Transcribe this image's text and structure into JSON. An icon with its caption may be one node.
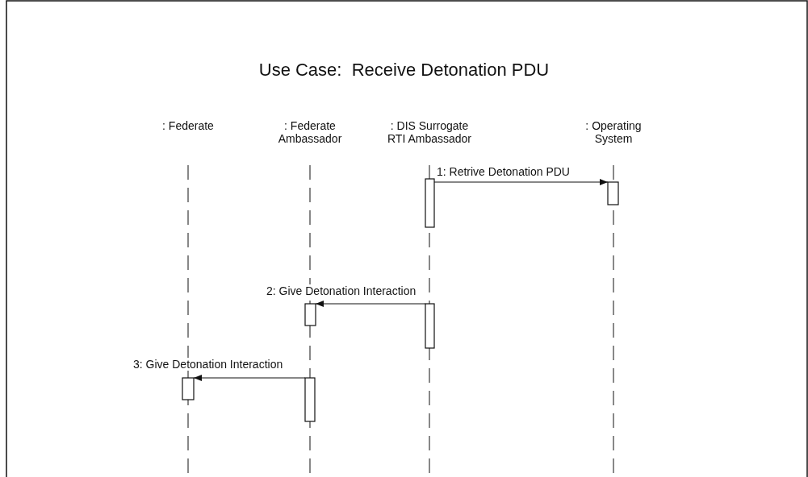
{
  "diagram": {
    "title": "Use Case:  Receive Detonation PDU",
    "nodes": [
      {
        "text": [
          ": Federate"
        ]
      },
      {
        "text": [
          ": Federate Ambassador"
        ]
      },
      {
        "text": [
          ": DIS Surrogate RTI Ambassador"
        ]
      },
      {
        "text": [
          ": Operating System"
        ]
      },
      {
        "text": [],
        "shape": "box"
      },
      {
        "text": [],
        "shape": "box"
      },
      {
        "text": [],
        "shape": "box"
      },
      {
        "text": [],
        "shape": "box"
      },
      {
        "text": [],
        "shape": "box"
      },
      {
        "text": [],
        "shape": "box"
      }
    ],
    "edges": [
      {
        "from": 4,
        "to": 5,
        "arrow": "to",
        "label": "1: Retrive Detonation PDU"
      },
      {
        "from": 7,
        "to": 6,
        "arrow": "to",
        "label": "2: Give Detonation Interaction"
      },
      {
        "from": 9,
        "to": 8,
        "arrow": "to",
        "label": "3: Give Detonation Interaction"
      }
    ]
  }
}
